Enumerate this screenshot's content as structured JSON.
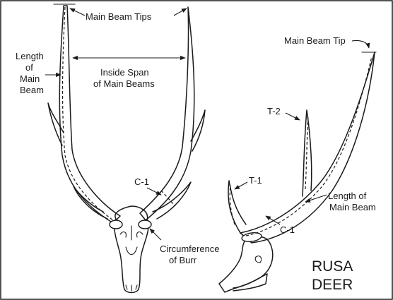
{
  "labels": {
    "main_beam_tips": "Main Beam Tips",
    "main_beam_tip": "Main Beam Tip",
    "length_of": "Length",
    "of_word": "of",
    "main_beam": "Main",
    "beam_word": "Beam",
    "inside_span_line1": "Inside Span",
    "inside_span_line2": "of Main Beams",
    "c1_left": "C-1",
    "c1_right": "C-1",
    "t1": "T-1",
    "t2": "T-2",
    "circumference_line1": "Circumference",
    "circumference_line2": "of Burr",
    "length_of_main_beam_line1": "Length of",
    "length_of_main_beam_line2": "Main Beam",
    "species_line1": "RUSA",
    "species_line2": "DEER"
  },
  "colors": {
    "ink": "#1a1a1a",
    "paper": "#ffffff"
  }
}
